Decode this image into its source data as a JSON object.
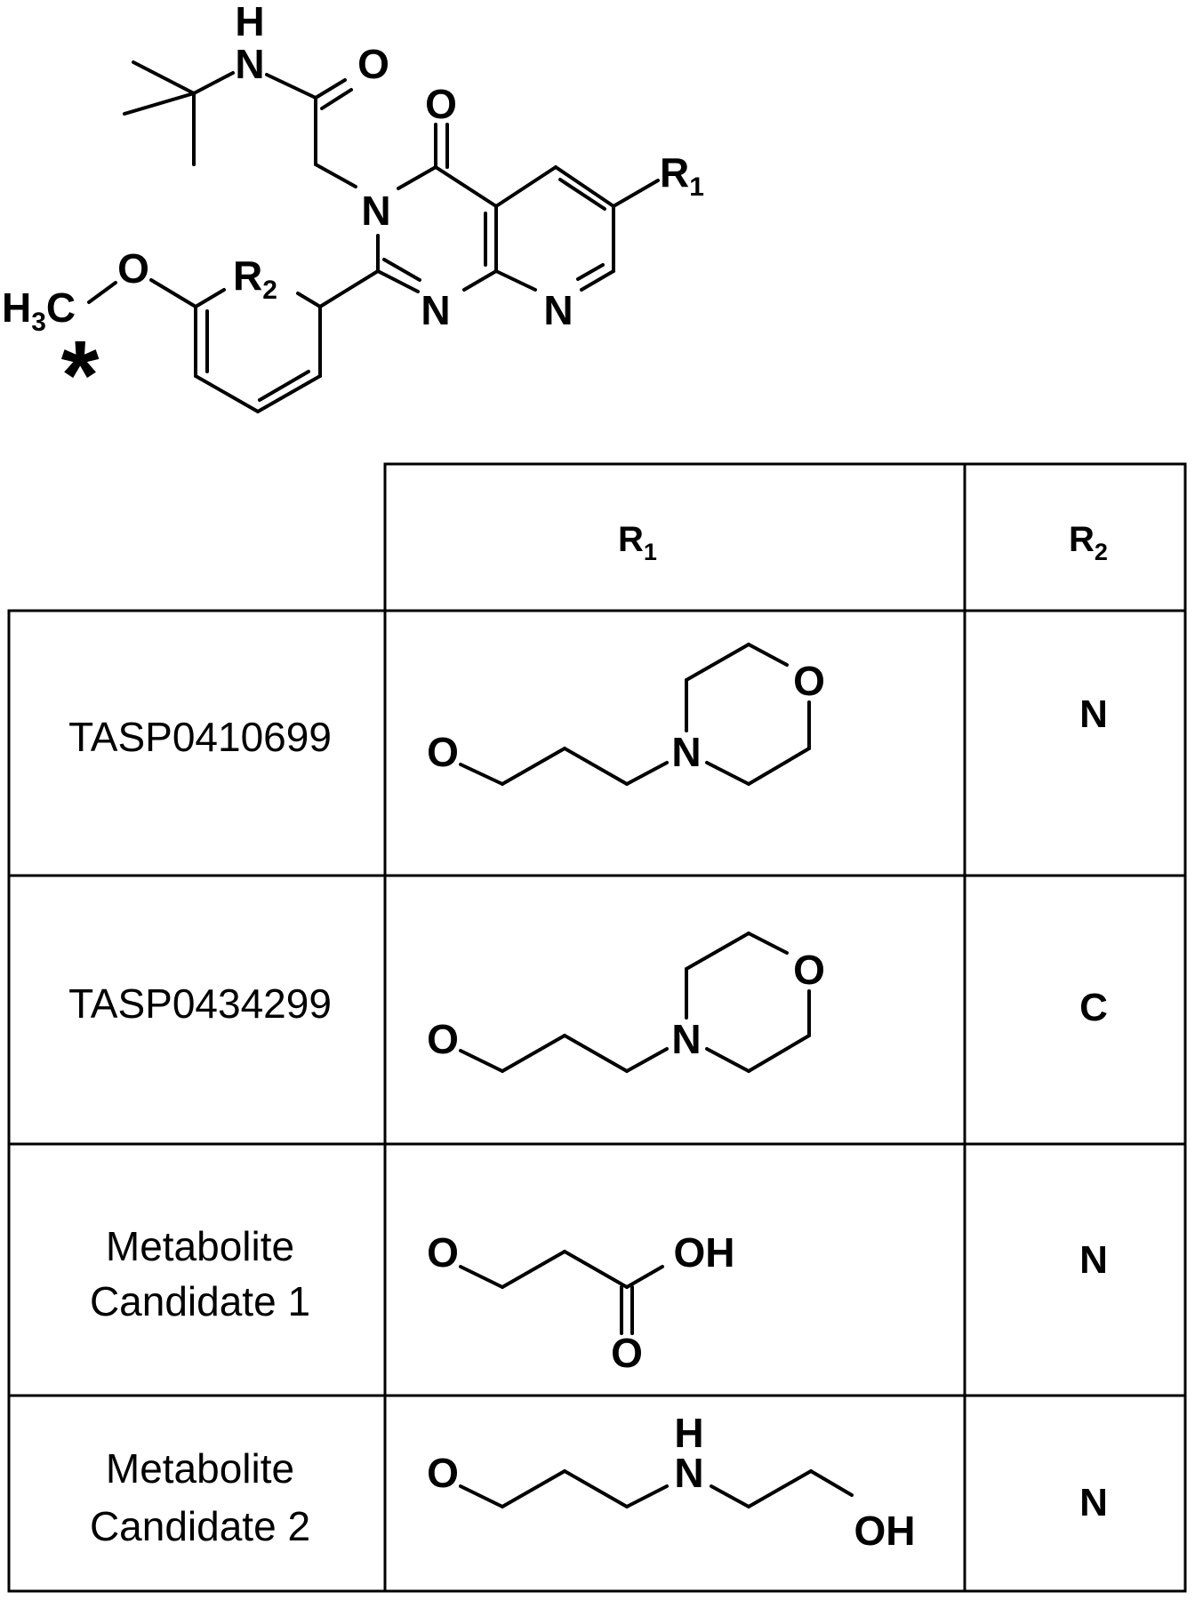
{
  "scaffold": {
    "atoms": {
      "amide_nh_h": "H",
      "amide_nh_n": "N",
      "amide_o": "O",
      "ring_o": "O",
      "n3": "N",
      "n1": "N",
      "n8": "N",
      "r1": "R",
      "r1_sub": "1",
      "r2": "R",
      "r2_sub": "2",
      "methoxy_o": "O",
      "methyl_h": "H",
      "methyl_h_sub": "3",
      "methyl_c": "C"
    },
    "asterisk": "*"
  },
  "table": {
    "headers": {
      "r1": "R",
      "r1_sub": "1",
      "r2": "R",
      "r2_sub": "2"
    },
    "rows": [
      {
        "name_lines": [
          "TASP0410699"
        ],
        "r1_atoms": {
          "o1": "O",
          "n": "N",
          "o2": "O"
        },
        "r2": "N"
      },
      {
        "name_lines": [
          "TASP0434299"
        ],
        "r1_atoms": {
          "o1": "O",
          "n": "N",
          "o2": "O"
        },
        "r2": "C"
      },
      {
        "name_lines": [
          "Metabolite",
          "Candidate 1"
        ],
        "r1_atoms": {
          "o1": "O",
          "oh": "OH",
          "o2": "O"
        },
        "r2": "N"
      },
      {
        "name_lines": [
          "Metabolite",
          "Candidate 2"
        ],
        "r1_atoms": {
          "o1": "O",
          "nh_h": "H",
          "nh_n": "N",
          "oh": "OH"
        },
        "r2": "N"
      }
    ]
  }
}
